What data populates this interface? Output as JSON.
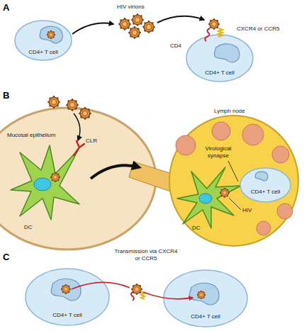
{
  "diagram": {
    "nodes": [
      {
        "text": [
          "CD4+ T cell"
        ]
      },
      {
        "text": [
          "CD4+ T cell"
        ]
      },
      {
        "text": [
          "CD4+ T cell"
        ]
      },
      {
        "text": [
          "CD4+ T cell"
        ]
      },
      {
        "text": [
          "CD4+ T cell"
        ]
      }
    ],
    "labels": [
      "A",
      "HIV virions",
      "CD4",
      "CXCR4 or CCR5",
      "B",
      "Mucosal epithelium",
      "CLR",
      "DC",
      "Lymph node",
      "Virological synapse",
      "HIV",
      "DC",
      "C",
      "Transmission via CXCR4 or CCR5"
    ]
  }
}
